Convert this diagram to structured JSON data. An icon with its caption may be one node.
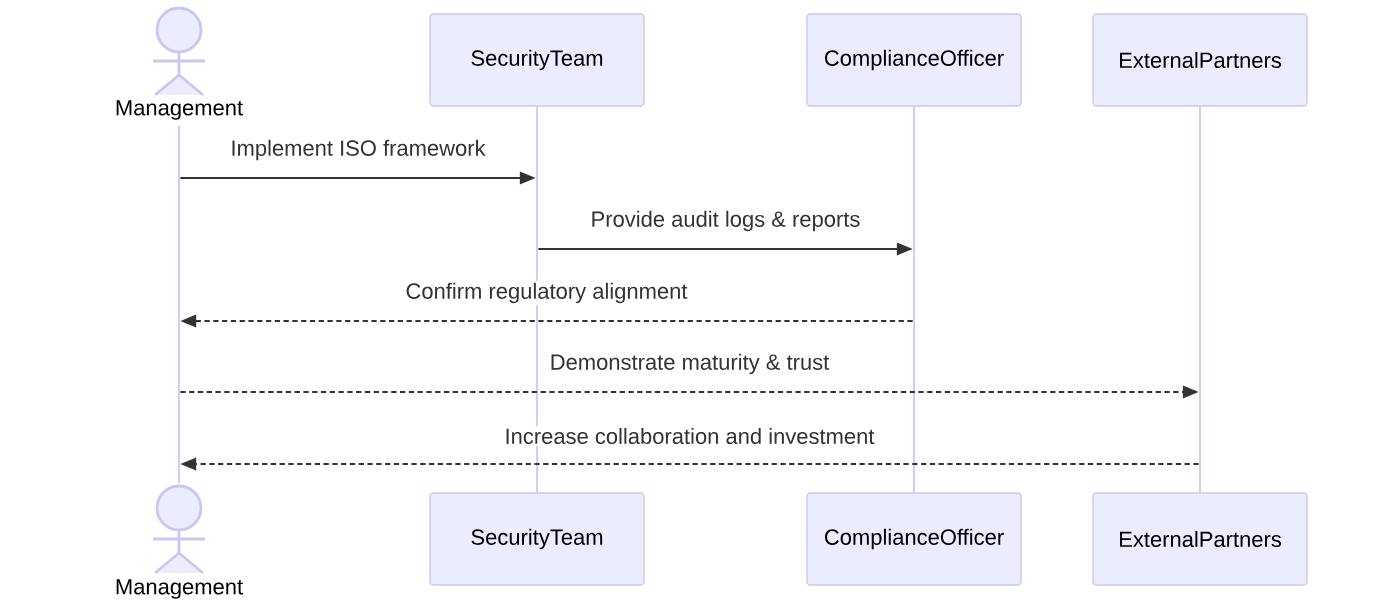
{
  "diagram": {
    "nodes": [
      {
        "text": [
          "Management"
        ]
      },
      {
        "text": [
          "SecurityTeam"
        ]
      },
      {
        "text": [
          "ComplianceOfficer"
        ]
      },
      {
        "text": [
          "ExternalPartners"
        ]
      },
      {
        "text": [],
        "shape": "line"
      },
      {
        "text": [],
        "shape": "line"
      },
      {
        "text": [],
        "shape": "line"
      },
      {
        "text": [],
        "shape": "line"
      },
      {
        "text": [
          "Management"
        ]
      },
      {
        "text": [
          "SecurityTeam"
        ]
      },
      {
        "text": [
          "ComplianceOfficer"
        ]
      },
      {
        "text": [
          "ExternalPartners"
        ]
      }
    ],
    "edges": [
      {
        "from": 4,
        "to": 5,
        "arrow": "to",
        "label": "Implement ISO framework"
      },
      {
        "from": 5,
        "to": 6,
        "arrow": "to",
        "label": "Provide audit logs & reports"
      },
      {
        "from": 6,
        "to": 4,
        "arrow": "to",
        "label": "Confirm regulatory alignment",
        "style": "dashed"
      },
      {
        "from": 4,
        "to": 7,
        "arrow": "to",
        "label": "Demonstrate maturity & trust",
        "style": "dashed"
      },
      {
        "from": 7,
        "to": 4,
        "arrow": "to",
        "label": "Increase collaboration and investment",
        "style": "dashed"
      }
    ]
  }
}
